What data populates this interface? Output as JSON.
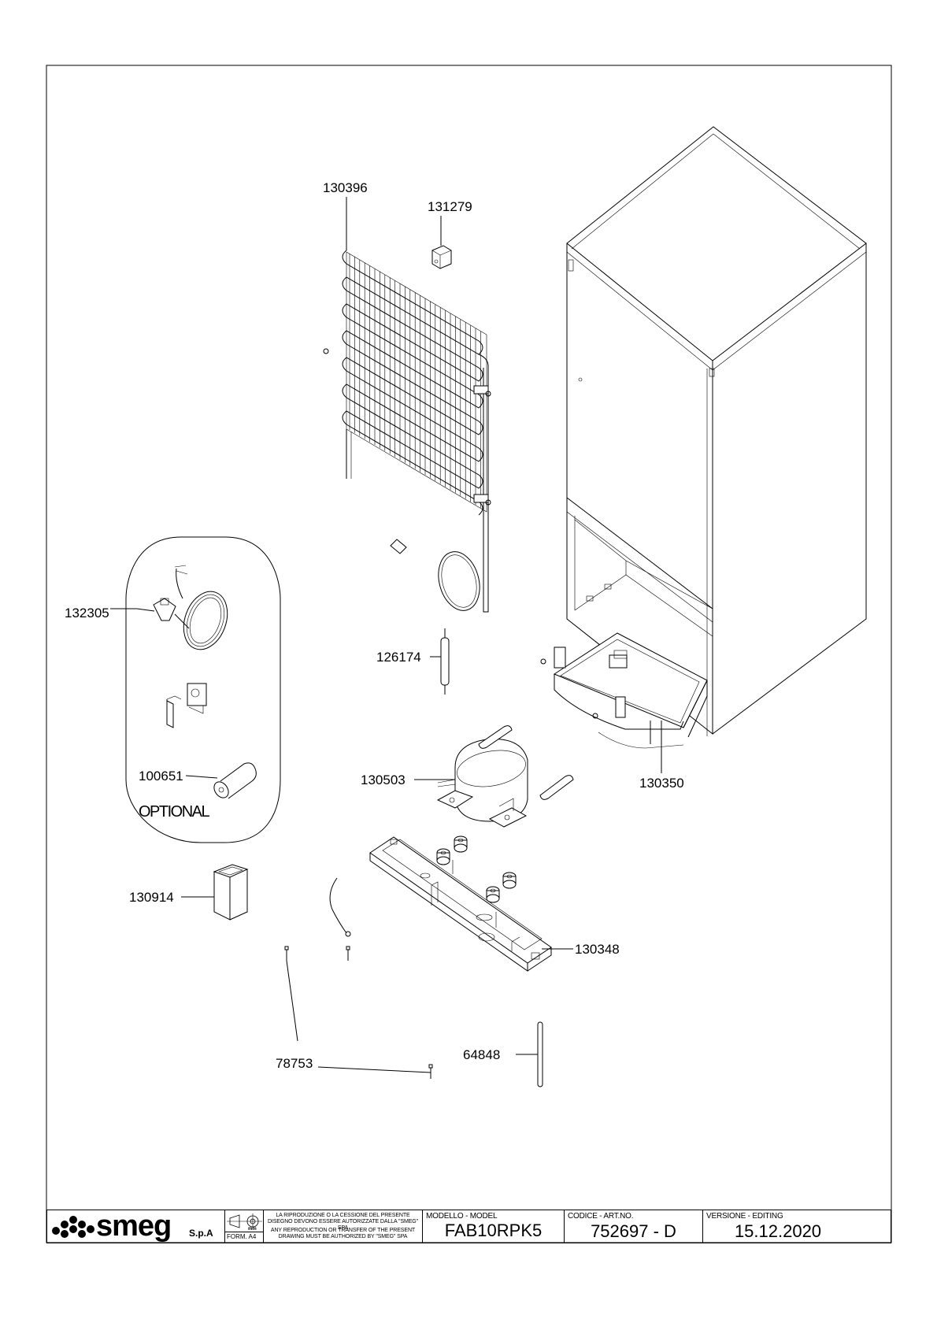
{
  "parts": {
    "p130396": "130396",
    "p131279": "131279",
    "p132305": "132305",
    "p126174": "126174",
    "p100651": "100651",
    "p130503": "130503",
    "p130350": "130350",
    "p130914": "130914",
    "p130348": "130348",
    "p78753": "78753",
    "p64848": "64848"
  },
  "optional_label": "OPTIONAL",
  "title_block": {
    "brand": "smeg",
    "brand_suffix": "S.p.A",
    "unit": "mm",
    "format": "FORM. A4",
    "notice_it": "LA RIPRODUZIONE O LA CESSIONE DEL PRESENTE DISEGNO DEVONO ESSERE AUTORIZZATE DALLA \"SMEG\" SPA",
    "notice_en": "ANY REPRODUCTION OR TRANSFER OF THE PRESENT DRAWING MUST BE AUTHORIZED BY \"SMEG\" SPA",
    "model_header": "MODELLO - MODEL",
    "model_value": "FAB10RPK5",
    "code_header": "CODICE - ART.NO.",
    "code_value": "752697 - D",
    "version_header": "VERSIONE - EDITING",
    "version_value": "15.12.2020"
  }
}
